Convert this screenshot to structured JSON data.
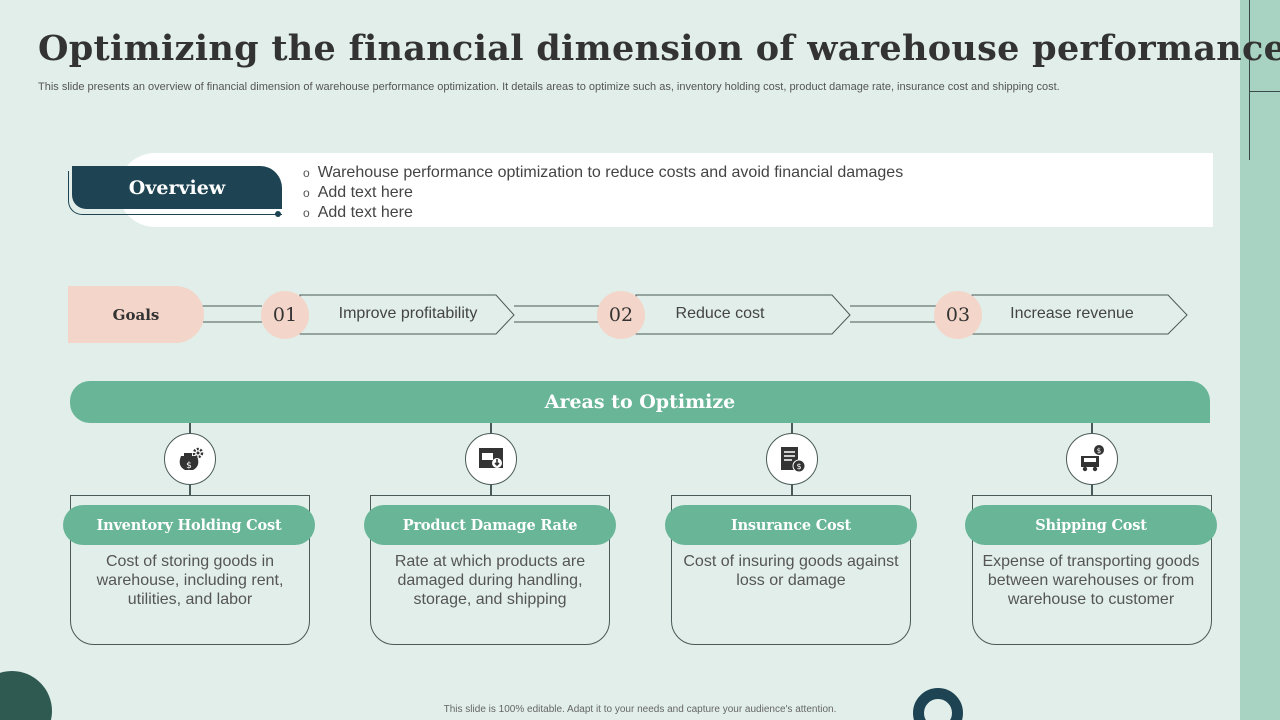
{
  "title": "Optimizing the financial dimension of warehouse performance",
  "subtitle": "This slide presents an overview of financial dimension of warehouse performance optimization. It details areas to optimize such as, inventory holding cost, product damage rate, insurance cost and shipping cost.",
  "overview": {
    "label": "Overview",
    "bullet": "o",
    "items": [
      "Warehouse performance optimization to reduce costs and avoid financial damages",
      "Add text here",
      "Add text here"
    ]
  },
  "goals": {
    "label": "Goals",
    "items": [
      {
        "num": "01",
        "label": "Improve profitability"
      },
      {
        "num": "02",
        "label": "Reduce cost"
      },
      {
        "num": "03",
        "label": "Increase revenue"
      }
    ]
  },
  "areas": {
    "banner": "Areas to Optimize",
    "items": [
      {
        "title": "Inventory Holding Cost",
        "desc": "Cost of storing goods in warehouse, including rent, utilities, and labor",
        "icon": "money-bag-gear-icon"
      },
      {
        "title": "Product Damage Rate",
        "desc": "Rate at which products are damaged during handling, storage, and shipping",
        "icon": "damaged-box-icon"
      },
      {
        "title": "Insurance Cost",
        "desc": "Cost of insuring goods against loss or damage",
        "icon": "insurance-document-icon"
      },
      {
        "title": "Shipping Cost",
        "desc": "Expense of transporting goods between warehouses or from warehouse to customer",
        "icon": "truck-dollar-icon"
      }
    ]
  },
  "footer": "This slide is 100% editable. Adapt it to your needs and capture your audience's attention.",
  "colors": {
    "background": "#e1eee9",
    "accent_green": "#68b597",
    "dark_teal": "#1e4454",
    "peach": "#f3d5c9"
  }
}
